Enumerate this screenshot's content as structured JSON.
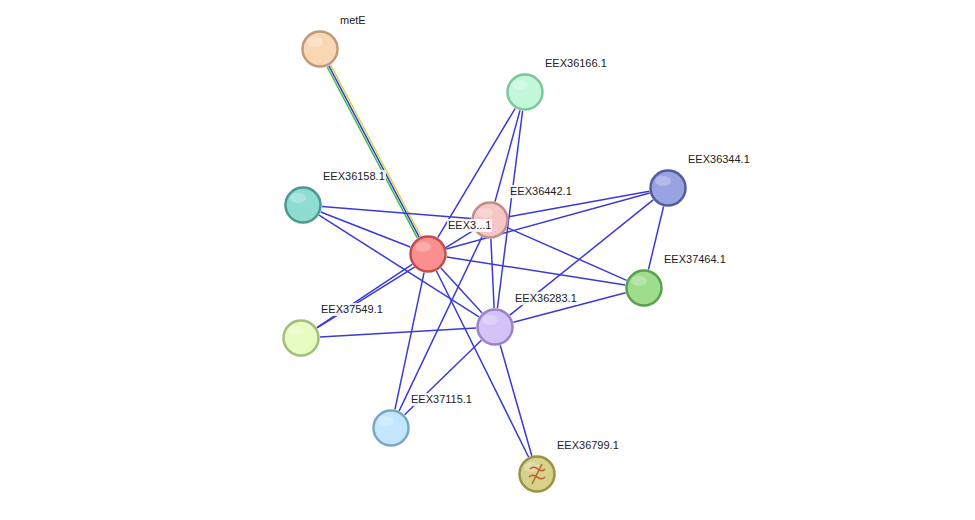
{
  "diagram": {
    "nodes": [
      {
        "text": [
          "metE"
        ]
      },
      {
        "text": [
          "EEX36166.1"
        ]
      },
      {
        "text": [
          "EEX36158.1"
        ]
      },
      {
        "text": [
          "EEX36442.1"
        ]
      },
      {
        "text": [
          "EEX36344.1"
        ]
      },
      {
        "text": [
          "EEX3...1"
        ]
      },
      {
        "text": [
          "EEX37464.1"
        ]
      },
      {
        "text": [
          "EEX36283.1"
        ]
      },
      {
        "text": [
          "EEX37549.1"
        ]
      },
      {
        "text": [
          "EEX37115.1"
        ]
      },
      {
        "text": [
          "EEX36799.1"
        ]
      }
    ],
    "edges": [
      {
        "from": 0,
        "to": 5,
        "arrow": "none"
      },
      {
        "from": 1,
        "to": 5,
        "arrow": "none"
      },
      {
        "from": 1,
        "to": 3,
        "arrow": "none"
      },
      {
        "from": 1,
        "to": 7,
        "arrow": "none"
      },
      {
        "from": 2,
        "to": 3,
        "arrow": "none"
      },
      {
        "from": 2,
        "to": 5,
        "arrow": "none"
      },
      {
        "from": 2,
        "to": 7,
        "arrow": "none"
      },
      {
        "from": 4,
        "to": 5,
        "arrow": "none"
      },
      {
        "from": 4,
        "to": 3,
        "arrow": "none"
      },
      {
        "from": 4,
        "to": 6,
        "arrow": "none"
      },
      {
        "from": 4,
        "to": 7,
        "arrow": "none"
      },
      {
        "from": 3,
        "to": 6,
        "arrow": "none"
      },
      {
        "from": 3,
        "to": 7,
        "arrow": "none"
      },
      {
        "from": 3,
        "to": 9,
        "arrow": "none"
      },
      {
        "from": 3,
        "to": 8,
        "arrow": "none"
      },
      {
        "from": 5,
        "to": 6,
        "arrow": "none"
      },
      {
        "from": 5,
        "to": 7,
        "arrow": "none"
      },
      {
        "from": 5,
        "to": 8,
        "arrow": "none"
      },
      {
        "from": 5,
        "to": 9,
        "arrow": "none"
      },
      {
        "from": 5,
        "to": 10,
        "arrow": "none"
      },
      {
        "from": 7,
        "to": 6,
        "arrow": "none"
      },
      {
        "from": 7,
        "to": 8,
        "arrow": "none"
      },
      {
        "from": 7,
        "to": 9,
        "arrow": "none"
      },
      {
        "from": 7,
        "to": 10,
        "arrow": "none"
      }
    ]
  }
}
